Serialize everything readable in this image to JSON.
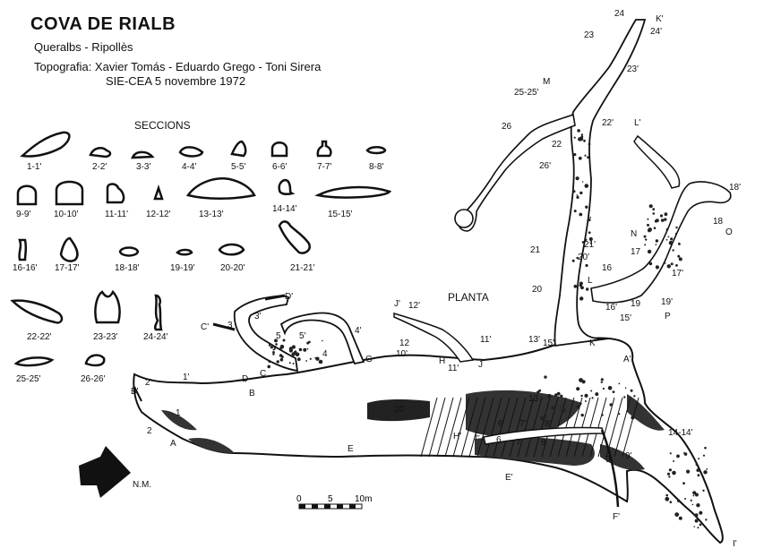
{
  "header": {
    "title": "COVA DE RIALB",
    "location": "Queralbs - Ripollès",
    "credits": "Topografia: Xavier Tomás - Eduardo Grego - Toni Sirera",
    "group_date": "SIE-CEA     5 novembre 1972"
  },
  "sections_title": "SECCIONS",
  "plan_title": "PLANTA",
  "north_label": "N.M.",
  "scale": {
    "ticks": [
      "0",
      "5",
      "10m"
    ]
  },
  "section_labels": [
    "1-1'",
    "2-2'",
    "3-3'",
    "4-4'",
    "5-5'",
    "6-6'",
    "7-7'",
    "8-8'",
    "9-9'",
    "10-10'",
    "11-11'",
    "12-12'",
    "13-13'",
    "14-14'",
    "15-15'",
    "16-16'",
    "17-17'",
    "18-18'",
    "19-19'",
    "20-20'",
    "21-21'",
    "22-22'",
    "23-23'",
    "24-24'",
    "25-25'",
    "26-26'"
  ],
  "map_labels": [
    "24",
    "K'",
    "24'",
    "23",
    "23'",
    "M",
    "25-25'",
    "22'",
    "26",
    "22",
    "26'",
    "L'",
    "18'",
    "18",
    "O",
    "N",
    "17",
    "17'",
    "21",
    "21'",
    "20'",
    "16",
    "L",
    "20",
    "16'",
    "19",
    "19'",
    "P",
    "15'",
    "J'",
    "12'",
    "PLANTA",
    "D'",
    "3'",
    "C'",
    "3",
    "5",
    "5'",
    "4'",
    "4",
    "G",
    "12",
    "10'",
    "11'",
    "13'",
    "15'",
    "K",
    "A'",
    "H",
    "11'",
    "J",
    "C",
    "D",
    "B'",
    "2'",
    "1'",
    "B",
    "1",
    "2",
    "A",
    "E",
    "H'",
    "F",
    "13",
    "6'",
    "7'",
    "8'",
    "6",
    "7",
    "8",
    "14-14'",
    "9",
    "9'",
    "E'",
    "F'",
    "I'",
    "10"
  ]
}
